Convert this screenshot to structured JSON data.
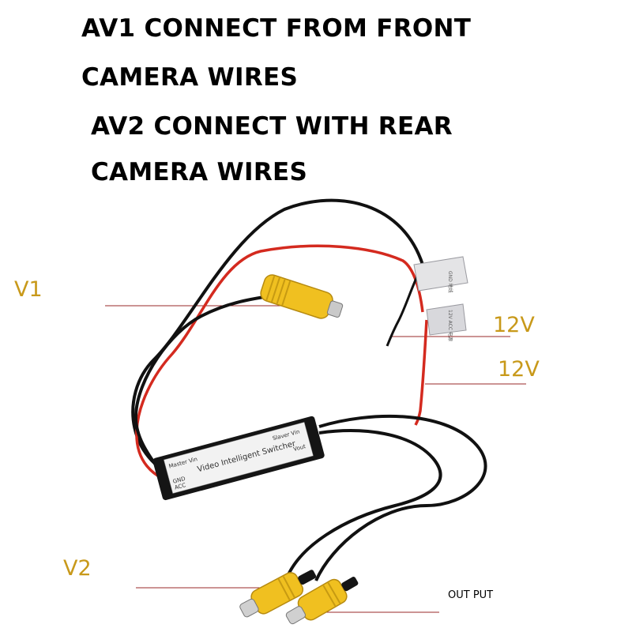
{
  "headings": {
    "line1": "AV1 CONNECT FROM FRONT",
    "line2": "CAMERA WIRES",
    "line3": "AV2 CONNECT WITH REAR",
    "line4": "CAMERA WIRES"
  },
  "labels": {
    "v1": "V1",
    "v2": "V2",
    "power_1": "12V",
    "power_2": "12V",
    "output": "OUT PUT"
  },
  "box_text": {
    "master_vin": "Master Vin",
    "slaver_vin": "Slaver Vin",
    "title": "Video Intelligent Switcher",
    "gnd": "GND",
    "acc": "ACC",
    "vout": "Vout"
  },
  "tag_text": {
    "gnd_tag": "GND 地线",
    "acc_tag": "12V ACC 电源"
  },
  "colors": {
    "label_gold": "#c8991a",
    "callout_line": "#9a2a2a",
    "wire_red": "#d42a1f",
    "wire_black": "#111111",
    "rca_yellow": "#f0c020",
    "box_black": "#151515"
  }
}
